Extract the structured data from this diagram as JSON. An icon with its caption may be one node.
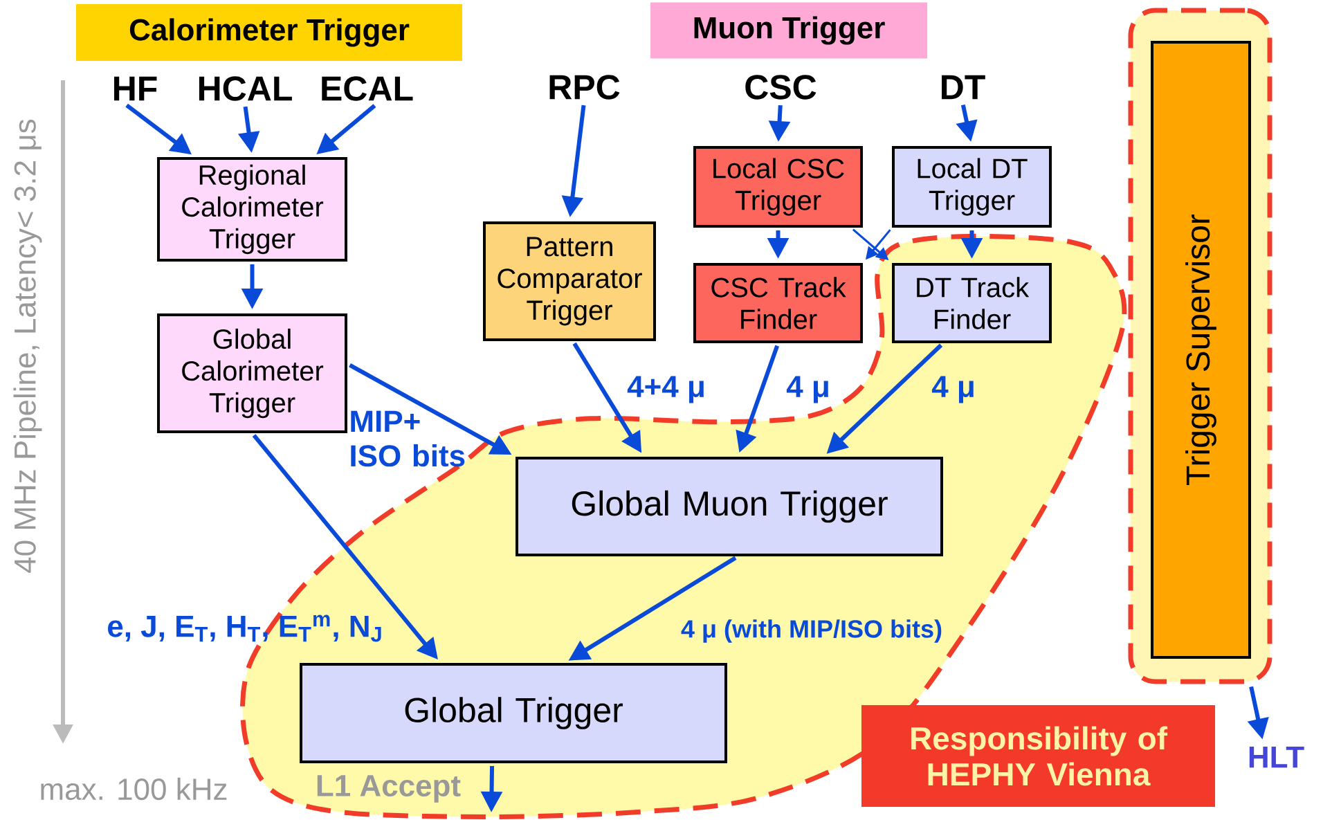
{
  "diagram": {
    "nodes": [
      {
        "text": [
          "Calorimeter Trigger"
        ]
      },
      {
        "text": [
          "Muon Trigger"
        ]
      },
      {
        "text": [
          "HF"
        ]
      },
      {
        "text": [
          "HCAL"
        ]
      },
      {
        "text": [
          "ECAL"
        ]
      },
      {
        "text": [
          "RPC"
        ]
      },
      {
        "text": [
          "CSC"
        ]
      },
      {
        "text": [
          "DT"
        ]
      },
      {
        "text": [
          "Regional Calorimeter Trigger"
        ]
      },
      {
        "text": [
          "Global Calorimeter Trigger"
        ]
      },
      {
        "text": [
          "Pattern Comparator Trigger"
        ]
      },
      {
        "text": [
          "Local CSC Trigger"
        ]
      },
      {
        "text": [
          "Local DT Trigger"
        ]
      },
      {
        "text": [
          "CSC Track Finder"
        ]
      },
      {
        "text": [
          "DT Track Finder"
        ]
      },
      {
        "text": [
          "Global Muon Trigger"
        ]
      },
      {
        "text": [
          "Global Trigger"
        ]
      },
      {
        "text": [],
        "shape": "box"
      },
      {
        "text": [
          "Trigger Supervisor"
        ],
        "in": 17
      },
      {
        "text": [
          "Responsibility of HEPHY Vienna"
        ]
      },
      {
        "text": [
          "HLT"
        ]
      }
    ],
    "edges": [
      {
        "from": 2,
        "to": 8,
        "arrow": "to"
      },
      {
        "from": 3,
        "to": 8,
        "arrow": "to"
      },
      {
        "from": 4,
        "to": 8,
        "arrow": "to"
      },
      {
        "from": 8,
        "to": 9,
        "arrow": "to"
      },
      {
        "from": 5,
        "to": 10,
        "arrow": "to"
      },
      {
        "from": 6,
        "to": 11,
        "arrow": "to"
      },
      {
        "from": 7,
        "to": 12,
        "arrow": "to"
      },
      {
        "from": 11,
        "to": 13,
        "arrow": "to"
      },
      {
        "from": 12,
        "to": 14,
        "arrow": "to"
      },
      {
        "from": 11,
        "to": 14,
        "arrow": "to"
      },
      {
        "from": 12,
        "to": 13,
        "arrow": "to"
      },
      {
        "from": 9,
        "to": 15,
        "arrow": "to",
        "label": "MIP+ ISO bits"
      },
      {
        "from": 10,
        "to": 15,
        "arrow": "to",
        "label": "4+4 μ"
      },
      {
        "from": 13,
        "to": 15,
        "arrow": "to",
        "label": "4 μ"
      },
      {
        "from": 14,
        "to": 15,
        "arrow": "to",
        "label": "4 μ"
      },
      {
        "from": 9,
        "to": 16,
        "arrow": "to",
        "label": "e, J, E$_{T}$, H$_{T}$, E$_{T}$$^{m}$, N$_{J}$"
      },
      {
        "from": 15,
        "to": 16,
        "arrow": "to",
        "label": "4 μ (with MIP/ISO bits)"
      },
      {
        "from": 16,
        "to": null,
        "arrow": "to",
        "label": "L1 Accept"
      },
      {
        "from": 17,
        "to": 20,
        "arrow": "to"
      }
    ],
    "labels": [
      "40 MHz Pipeline, Latency< 3.2 μs",
      "max. 100 kHz"
    ]
  }
}
